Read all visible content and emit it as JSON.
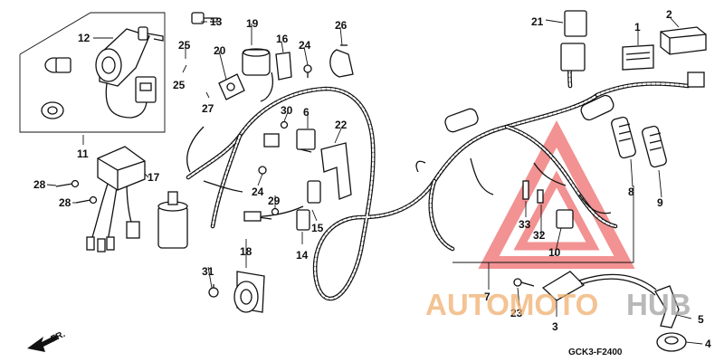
{
  "callouts": {
    "c1": "1",
    "c2": "2",
    "c3": "3",
    "c4": "4",
    "c5": "5",
    "c6": "6",
    "c7": "7",
    "c8": "8",
    "c9": "9",
    "c10": "10",
    "c11": "11",
    "c12": "12",
    "c13": "13",
    "c14": "14",
    "c15": "15",
    "c16": "16",
    "c17": "17",
    "c18": "18",
    "c19": "19",
    "c20": "20",
    "c21": "21",
    "c22": "22",
    "c23": "23",
    "c24a": "24",
    "c24b": "24",
    "c25a": "25",
    "c25b": "25",
    "c26": "26",
    "c27": "27",
    "c28a": "28",
    "c28b": "28",
    "c29": "29",
    "c30": "30",
    "c31": "31",
    "c32": "32",
    "c33": "33"
  },
  "figure_code": "GCK3-F2400",
  "front_indicator": "FR.",
  "watermark": {
    "auto": "AUTOMOTO",
    "hub": "HUB",
    "color": "#f0a060",
    "triangle_color": "#e83a3a"
  }
}
